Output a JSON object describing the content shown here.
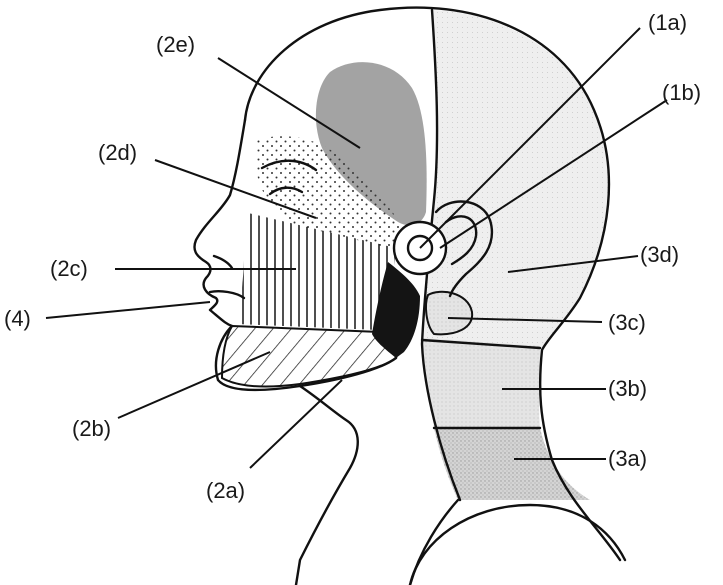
{
  "labels": {
    "l1a": "(1a)",
    "l1b": "(1b)",
    "l2a": "(2a)",
    "l2b": "(2b)",
    "l2c": "(2c)",
    "l2d": "(2d)",
    "l2e": "(2e)",
    "l3a": "(3a)",
    "l3b": "(3b)",
    "l3c": "(3c)",
    "l3d": "(3d)",
    "l4": "(4)"
  },
  "colors": {
    "outline": "#111111",
    "region_2e": "#a3a3a3",
    "region_2a": "#141414",
    "region_3d": "#ececec",
    "region_3b": "#dedede",
    "region_3a": "#cfcfcf",
    "region_3c": "#e6e6e6"
  }
}
